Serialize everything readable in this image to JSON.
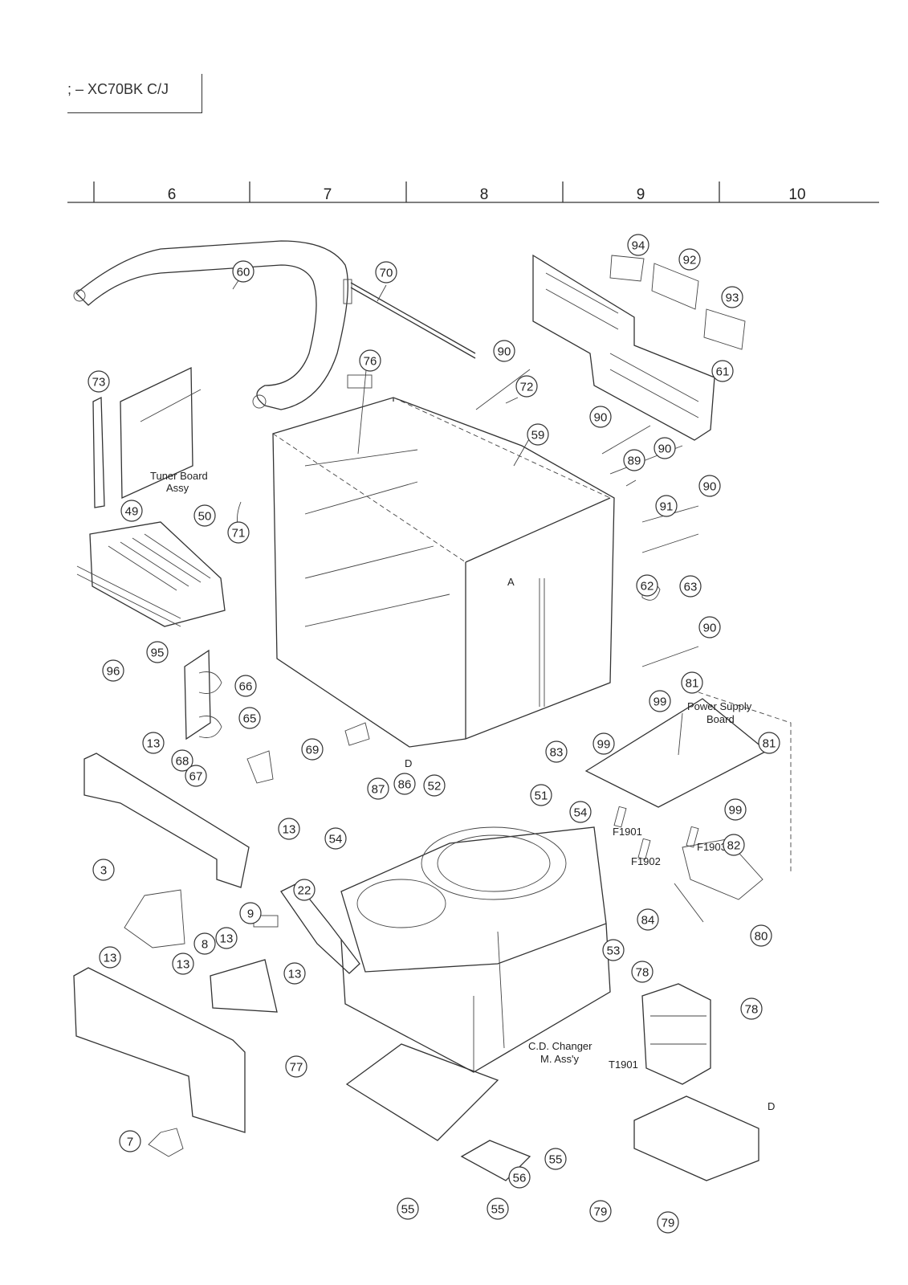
{
  "header": {
    "model": "; – XC70BK C/J"
  },
  "grid_columns": [
    "6",
    "7",
    "8",
    "9",
    "10"
  ],
  "labels": {
    "tuner_board_line1": "Tuner Board",
    "tuner_board_line2": "Assy",
    "power_supply_line1": "Power Supply",
    "power_supply_line2": "Board",
    "cd_changer_line1": "C.D. Changer",
    "cd_changer_line2": "M. Ass'y",
    "ref_a": "A",
    "ref_d": "D",
    "ref_d2": "D",
    "f1901": "F1901",
    "f1902": "F1902",
    "f1903": "F1903",
    "t1901": "T1901"
  },
  "callouts": [
    "60",
    "70",
    "94",
    "92",
    "93",
    "76",
    "90",
    "72",
    "61",
    "73",
    "90",
    "59",
    "90",
    "89",
    "90",
    "49",
    "50",
    "71",
    "91",
    "62",
    "63",
    "95",
    "96",
    "90",
    "66",
    "65",
    "81",
    "99",
    "13",
    "68",
    "67",
    "69",
    "87",
    "86",
    "52",
    "83",
    "99",
    "81",
    "51",
    "54",
    "99",
    "82",
    "13",
    "54",
    "3",
    "22",
    "84",
    "80",
    "9",
    "13",
    "8",
    "13",
    "13",
    "53",
    "78",
    "78",
    "13",
    "77",
    "7",
    "55",
    "56",
    "55",
    "55",
    "79",
    "79"
  ]
}
